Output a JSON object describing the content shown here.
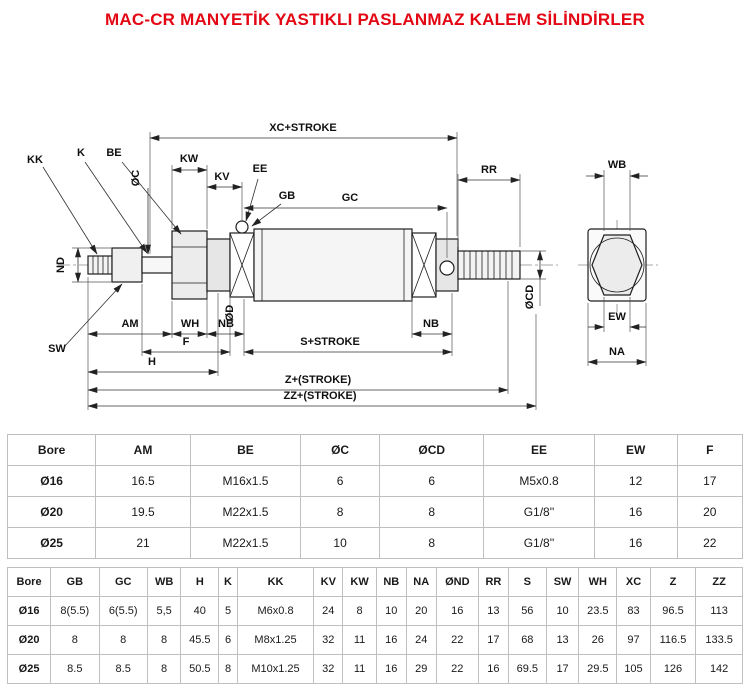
{
  "title": "MAC-CR MANYETİK YASTIKLI PASLANMAZ KALEM SİLİNDİRLER",
  "colors": {
    "title_red": "#e30613",
    "line_color": "#1e1e1e"
  },
  "drawing": {
    "labels": {
      "xc_stroke": "XC+STROKE",
      "kk": "KK",
      "k": "K",
      "be": "BE",
      "oc": "ØC",
      "kw": "KW",
      "kv": "KV",
      "ee": "EE",
      "gb": "GB",
      "gc": "GC",
      "rr": "RR",
      "wb": "WB",
      "nd": "ND",
      "od": "ØD",
      "ocd": "ØCD",
      "am": "AM",
      "wh": "WH",
      "nb": "NB",
      "nb2": "NB",
      "f": "F",
      "s_stroke": "S+STROKE",
      "sw": "SW",
      "h": "H",
      "z_stroke": "Z+(STROKE)",
      "zz_stroke": "ZZ+(STROKE)",
      "ew": "EW",
      "na": "NA"
    }
  },
  "table1": {
    "headers": [
      "Bore",
      "AM",
      "BE",
      "ØC",
      "ØCD",
      "EE",
      "EW",
      "F"
    ],
    "rows": [
      [
        "Ø16",
        "16.5",
        "M16x1.5",
        "6",
        "6",
        "M5x0.8",
        "12",
        "17"
      ],
      [
        "Ø20",
        "19.5",
        "M22x1.5",
        "8",
        "8",
        "G1/8''",
        "16",
        "20"
      ],
      [
        "Ø25",
        "21",
        "M22x1.5",
        "10",
        "8",
        "G1/8''",
        "16",
        "22"
      ]
    ]
  },
  "table2": {
    "headers": [
      "Bore",
      "GB",
      "GC",
      "WB",
      "H",
      "K",
      "KK",
      "KV",
      "KW",
      "NB",
      "NA",
      "ØND",
      "RR",
      "S",
      "SW",
      "WH",
      "XC",
      "Z",
      "ZZ"
    ],
    "rows": [
      [
        "Ø16",
        "8(5.5)",
        "6(5.5)",
        "5,5",
        "40",
        "5",
        "M6x0.8",
        "24",
        "8",
        "10",
        "20",
        "16",
        "13",
        "56",
        "10",
        "23.5",
        "83",
        "96.5",
        "113"
      ],
      [
        "Ø20",
        "8",
        "8",
        "8",
        "45.5",
        "6",
        "M8x1.25",
        "32",
        "11",
        "16",
        "24",
        "22",
        "17",
        "68",
        "13",
        "26",
        "97",
        "116.5",
        "133.5"
      ],
      [
        "Ø25",
        "8.5",
        "8.5",
        "8",
        "50.5",
        "8",
        "M10x1.25",
        "32",
        "11",
        "16",
        "29",
        "22",
        "16",
        "69.5",
        "17",
        "29.5",
        "105",
        "126",
        "142"
      ]
    ]
  }
}
